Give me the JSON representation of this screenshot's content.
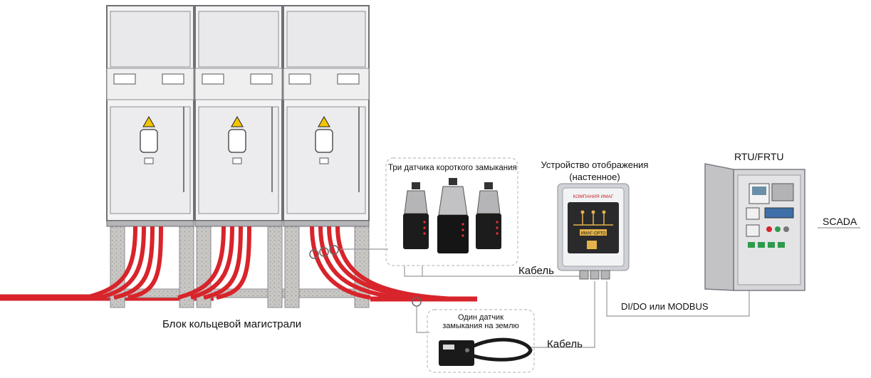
{
  "labels": {
    "ring_main_unit": "Блок кольцевой магистрали",
    "three_sensors": "Три датчика короткого замыкания",
    "one_sensor_line1": "Один датчик",
    "one_sensor_line2": "замыкания на землю",
    "display_line1": "Устройство отображения",
    "display_line2": "(настенное)",
    "cable_upper": "Кабель",
    "cable_lower": "Кабель",
    "rtu": "RTU/FRTU",
    "scada": "SCADA",
    "protocol": "DI/DO или MODBUS"
  },
  "device_panel": {
    "brand": "КОМПАНИЯ ИМАГ",
    "plate": "ИМАГ-ОРТО"
  },
  "colors": {
    "cable_red": "#d8242b",
    "frame_grey": "#8d8d92",
    "display_body": "#e3b24a",
    "rtu_cabinet": "#d6d6d8",
    "connector_line": "#9a9aa0"
  }
}
